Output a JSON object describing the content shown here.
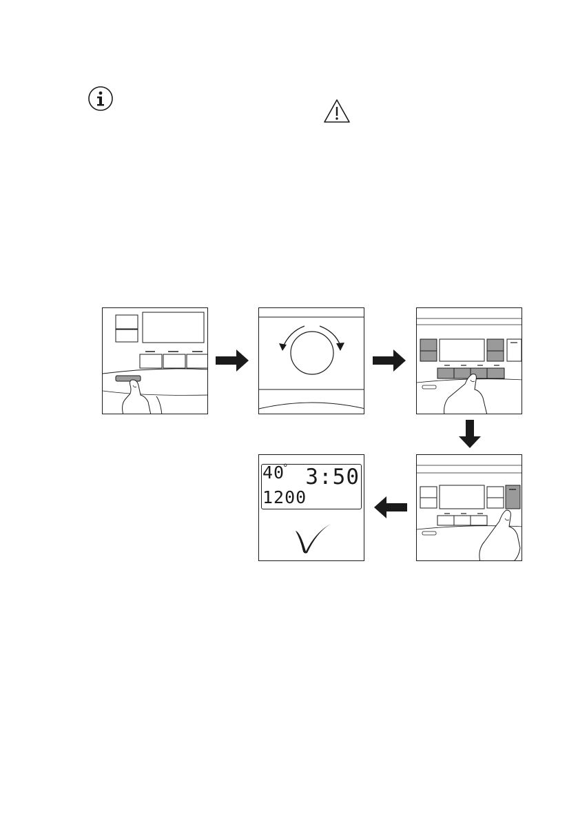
{
  "icons": {
    "info": "info-icon",
    "warning": "warning-icon",
    "arrow": "arrow-icon",
    "check": "check-icon",
    "finger": "finger-icon",
    "knob": "dial-knob-icon"
  },
  "display": {
    "temperature": "40",
    "degree_symbol": "°",
    "time": "3:50",
    "spin": "1200"
  },
  "colors": {
    "line": "#1a1a1a",
    "highlight": "#9a9a9a",
    "background": "#ffffff"
  }
}
